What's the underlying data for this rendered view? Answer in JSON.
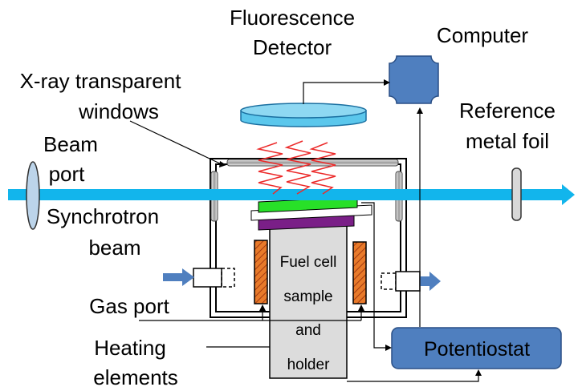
{
  "labels": {
    "fluorescence_1": "Fluorescence",
    "fluorescence_2": "Detector",
    "computer": "Computer",
    "xray_1": "X-ray transparent",
    "xray_2": "windows",
    "reference_1": "Reference",
    "reference_2": "metal foil",
    "beam_port_1": "Beam",
    "beam_port_2": "port",
    "synchrotron_1": "Synchrotron",
    "synchrotron_2": "beam",
    "fuel_cell_1": "Fuel cell",
    "fuel_cell_2": "sample",
    "fuel_cell_3": "and",
    "fuel_cell_4": "holder",
    "gas_port": "Gas port",
    "heating_1": "Heating",
    "heating_2": "elements",
    "potentiostat": "Potentiostat"
  },
  "colors": {
    "beam": "#12b5ec",
    "detector": "#5bc7ec",
    "computer": "#4f7fbf",
    "potentiostat": "#4f7fbf",
    "fluorescence_wave": "#ec2a2a",
    "anode_layer": "#28e028",
    "cathode_layer": "#7a1f87",
    "heater": "#e05a20",
    "holder": "#dcdcdc",
    "gas_arrow": "#4f7fbf"
  },
  "icons": [
    "arrow-right-icon",
    "computer-icon"
  ]
}
